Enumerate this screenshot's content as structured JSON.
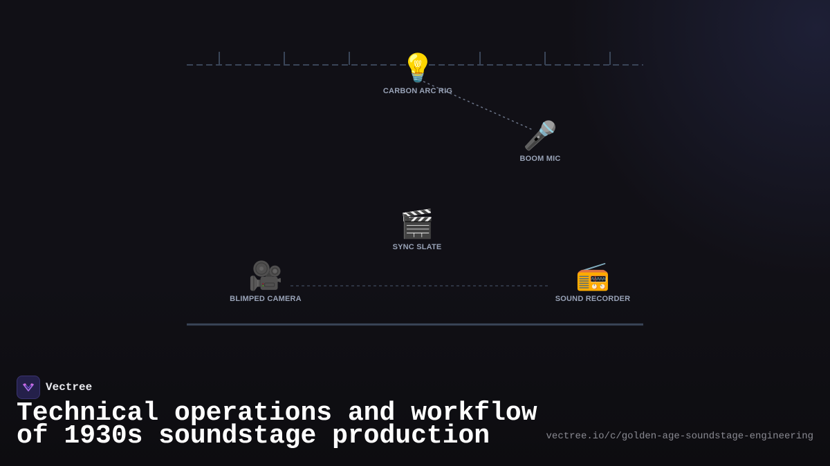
{
  "brand": {
    "name": "Vectree"
  },
  "title": "Technical operations and workflow of 1930s soundstage production",
  "url": "vectree.io/c/golden-age-soundstage-engineering",
  "nodes": {
    "carbon_arc_rig": {
      "icon": "lightbulb-icon",
      "glyph": "💡",
      "label": "CARBON ARC RIG"
    },
    "boom_mic": {
      "icon": "microphone-icon",
      "glyph": "🎤",
      "label": "BOOM MIC"
    },
    "sync_slate": {
      "icon": "clapperboard-icon",
      "glyph": "🎬",
      "label": "SYNC SLATE"
    },
    "blimped_camera": {
      "icon": "movie-camera-icon",
      "glyph": "🎥",
      "label": "BLIMPED CAMERA"
    },
    "sound_recorder": {
      "icon": "radio-icon",
      "glyph": "📻",
      "label": "SOUND RECORDER"
    }
  },
  "colors": {
    "background": "#111016",
    "rail": "#3a4558",
    "label": "#98a2b6",
    "connector": "#6b7488"
  }
}
